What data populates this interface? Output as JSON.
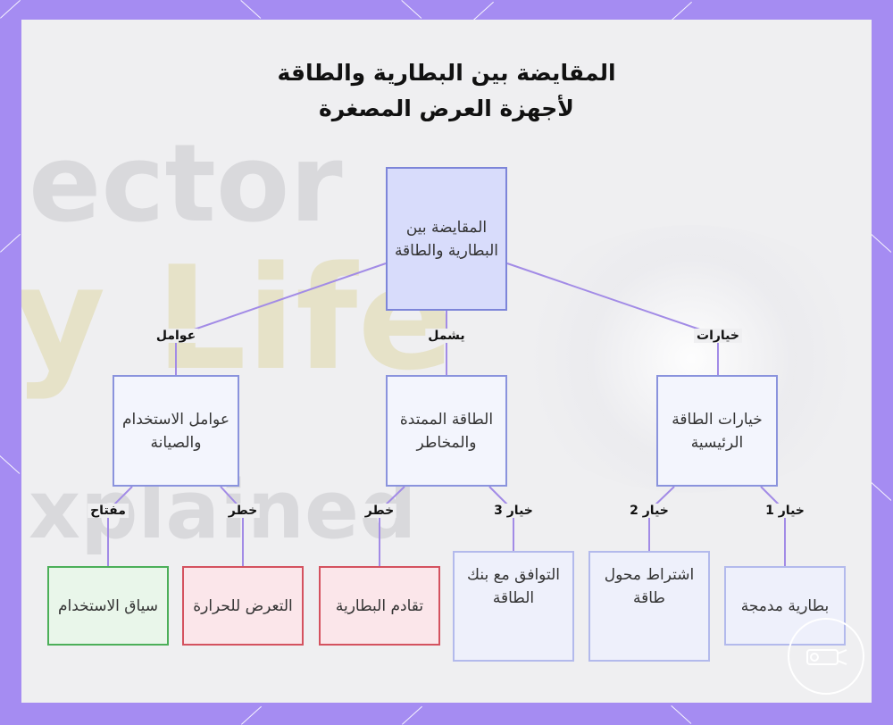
{
  "title": {
    "line1": "المقايضة بين البطارية والطاقة",
    "line2": "لأجهزة العرض المصغرة"
  },
  "background_watermark": {
    "word1": "ector",
    "word2": "y Life",
    "word3": "xplained"
  },
  "nodes": {
    "root": "المقايضة بين البطارية والطاقة",
    "usage_factors": "عوامل الاستخدام والصيانة",
    "extended_power": "الطاقة الممتدة والمخاطر",
    "power_options": "خيارات الطاقة الرئيسية",
    "usage_context": "سياق الاستخدام",
    "heat_exposure": "التعرض للحرارة",
    "battery_aging": "تقادم البطارية",
    "powerbank": "التوافق مع بنك الطاقة",
    "adapter": "اشتراط محول طاقة",
    "built_in": "بطارية مدمجة"
  },
  "edge_labels": {
    "factors": "عوامل",
    "includes": "يشمل",
    "options": "خيارات",
    "key": "مفتاح",
    "risk_heat": "خطر",
    "risk_aging": "خطر",
    "option3": "خيار 3",
    "option2": "خيار 2",
    "option1": "خيار 1"
  },
  "colors": {
    "frame": "#a58cf2",
    "edge": "#a28be6",
    "root_fill": "#d8dcfb",
    "risk_border": "#d4525f",
    "key_border": "#4caf59"
  }
}
